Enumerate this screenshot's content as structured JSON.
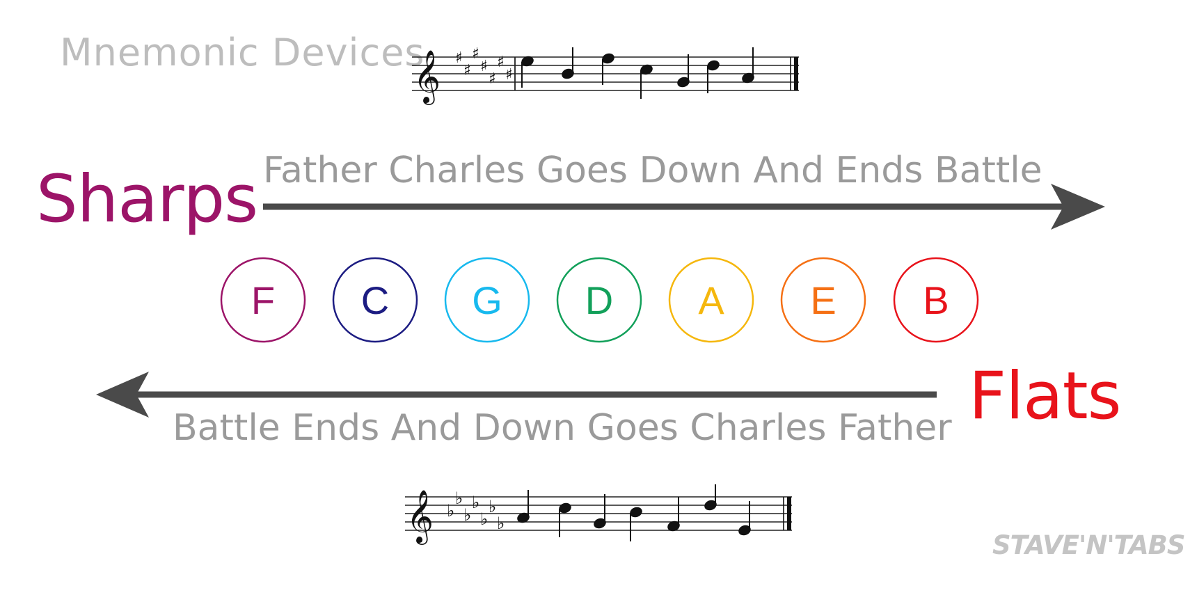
{
  "title": "Mnemonic Devices",
  "sharps": {
    "label": "Sharps",
    "color": "#9c1468",
    "mnemonic": "Father Charles Goes Down And Ends Battle"
  },
  "flats": {
    "label": "Flats",
    "color": "#e8131b",
    "mnemonic": "Battle Ends And Down Goes Charles Father"
  },
  "notes": [
    {
      "letter": "F",
      "color": "#9c1468"
    },
    {
      "letter": "C",
      "color": "#1c1c82"
    },
    {
      "letter": "G",
      "color": "#17b9ee"
    },
    {
      "letter": "D",
      "color": "#12a05a"
    },
    {
      "letter": "A",
      "color": "#f5b70d"
    },
    {
      "letter": "E",
      "color": "#f57014"
    },
    {
      "letter": "B",
      "color": "#e8131b"
    }
  ],
  "brand": "STAVE'N'TABS",
  "arrow_color": "#4a4a4a",
  "text_gray": "#9a9a9a"
}
